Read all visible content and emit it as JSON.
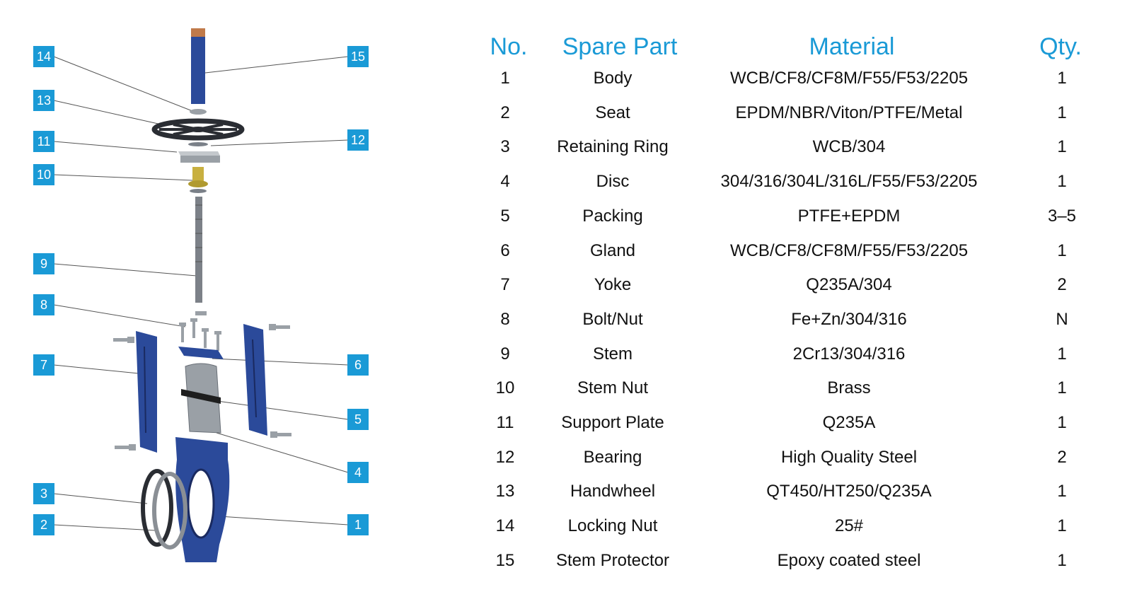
{
  "colors": {
    "accent": "#1a9ad6",
    "valve_blue": "#2b4a9a",
    "handwheel": "#2a2d33",
    "stem_nut": "#c8b040",
    "steel": "#9aa0a6",
    "cap": "#c07a4a"
  },
  "table": {
    "headers": {
      "no": "No.",
      "part": "Spare Part",
      "material": "Material",
      "qty": "Qty."
    },
    "rows": [
      {
        "no": "1",
        "part": "Body",
        "material": "WCB/CF8/CF8M/F55/F53/2205",
        "qty": "1"
      },
      {
        "no": "2",
        "part": "Seat",
        "material": "EPDM/NBR/Viton/PTFE/Metal",
        "qty": "1"
      },
      {
        "no": "3",
        "part": "Retaining Ring",
        "material": "WCB/304",
        "qty": "1"
      },
      {
        "no": "4",
        "part": "Disc",
        "material": "304/316/304L/316L/F55/F53/2205",
        "qty": "1"
      },
      {
        "no": "5",
        "part": "Packing",
        "material": "PTFE+EPDM",
        "qty": "3–5"
      },
      {
        "no": "6",
        "part": "Gland",
        "material": "WCB/CF8/CF8M/F55/F53/2205",
        "qty": "1"
      },
      {
        "no": "7",
        "part": "Yoke",
        "material": "Q235A/304",
        "qty": "2"
      },
      {
        "no": "8",
        "part": "Bolt/Nut",
        "material": "Fe+Zn/304/316",
        "qty": "N"
      },
      {
        "no": "9",
        "part": "Stem",
        "material": "2Cr13/304/316",
        "qty": "1"
      },
      {
        "no": "10",
        "part": "Stem Nut",
        "material": "Brass",
        "qty": "1"
      },
      {
        "no": "11",
        "part": "Support Plate",
        "material": "Q235A",
        "qty": "1"
      },
      {
        "no": "12",
        "part": "Bearing",
        "material": "High Quality Steel",
        "qty": "2"
      },
      {
        "no": "13",
        "part": "Handwheel",
        "material": "QT450/HT250/Q235A",
        "qty": "1"
      },
      {
        "no": "14",
        "part": "Locking Nut",
        "material": "25#",
        "qty": "1"
      },
      {
        "no": "15",
        "part": "Stem Protector",
        "material": "Epoxy coated steel",
        "qty": "1"
      }
    ]
  },
  "diagram": {
    "callouts": [
      "14",
      "15",
      "13",
      "11",
      "12",
      "10",
      "9",
      "8",
      "7",
      "6",
      "5",
      "4",
      "3",
      "2",
      "1"
    ]
  }
}
